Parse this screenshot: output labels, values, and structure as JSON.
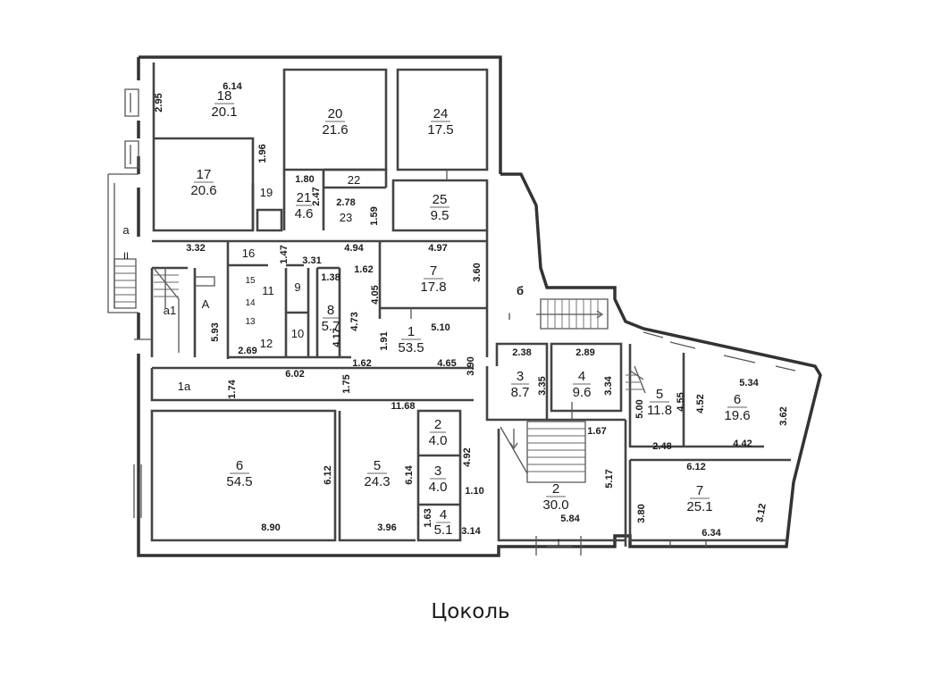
{
  "caption": "Цоколь",
  "rooms": [
    {
      "id": "r18",
      "num": "18",
      "area": "20.1"
    },
    {
      "id": "r20",
      "num": "20",
      "area": "21.6"
    },
    {
      "id": "r24",
      "num": "24",
      "area": "17.5"
    },
    {
      "id": "r17",
      "num": "17",
      "area": "20.6"
    },
    {
      "id": "r21",
      "num": "21",
      "area": "4.6"
    },
    {
      "id": "r25",
      "num": "25",
      "area": "9.5"
    },
    {
      "id": "r7a",
      "num": "7",
      "area": "17.8"
    },
    {
      "id": "r8",
      "num": "8",
      "area": "5.7"
    },
    {
      "id": "r1",
      "num": "1",
      "area": "53.5"
    },
    {
      "id": "r3a",
      "num": "3",
      "area": "8.7"
    },
    {
      "id": "r4a",
      "num": "4",
      "area": "9.6"
    },
    {
      "id": "r5a",
      "num": "5",
      "area": "11.8"
    },
    {
      "id": "r6a",
      "num": "6",
      "area": "19.6"
    },
    {
      "id": "r6b",
      "num": "6",
      "area": "54.5"
    },
    {
      "id": "r5b",
      "num": "5",
      "area": "24.3"
    },
    {
      "id": "r2b",
      "num": "2",
      "area": "4.0"
    },
    {
      "id": "r3b",
      "num": "3",
      "area": "4.0"
    },
    {
      "id": "r4b",
      "num": "4",
      "area": "5.1"
    },
    {
      "id": "r2c",
      "num": "2",
      "area": "30.0"
    },
    {
      "id": "r7b",
      "num": "7",
      "area": "25.1"
    }
  ],
  "labels": {
    "r19": "19",
    "r22": "22",
    "r23": "23",
    "r16": "16",
    "r9": "9",
    "r10": "10",
    "r11": "11",
    "r12": "12",
    "r13": "13",
    "r14": "14",
    "r15": "15",
    "r1a": "1а",
    "ra1": "а1",
    "rA": "А",
    "ra": "а",
    "rII": "II",
    "rB": "б",
    "rI1": "I",
    "rI2": "I"
  },
  "dims": {
    "d614": "6.14",
    "d295": "2.95",
    "d196": "1.96",
    "d180": "1.80",
    "d247": "2.47",
    "d278": "2.78",
    "d159": "1.59",
    "d332": "3.32",
    "d147": "1.47",
    "d494": "4.94",
    "d497": "4.97",
    "d331": "3.31",
    "d162a": "1.62",
    "d360": "3.60",
    "d138": "1.38",
    "d405": "4.05",
    "d473": "4.73",
    "d593": "5.93",
    "d417": "4.17",
    "d191": "1.91",
    "d510": "5.10",
    "d269": "2.69",
    "d602": "6.02",
    "d162b": "1.62",
    "d465": "4.65",
    "d390": "3.90",
    "d238": "2.38",
    "d289": "2.89",
    "d335": "3.35",
    "d334": "3.34",
    "d534": "5.34",
    "d500": "5.00",
    "d455": "4.55",
    "d452": "4.52",
    "d362": "3.62",
    "d174": "1.74",
    "d175": "1.75",
    "d1168": "11.68",
    "d612a": "6.12",
    "d614b": "6.14",
    "d492": "4.92",
    "d110": "1.10",
    "d163": "1.63",
    "d314": "3.14",
    "d890": "8.90",
    "d396": "3.96",
    "d167": "1.67",
    "d248": "2.48",
    "d442": "4.42",
    "d612b": "6.12",
    "d517": "5.17",
    "d584": "5.84",
    "d380": "3.80",
    "d312": "3.12",
    "d634": "6.34"
  },
  "colors": {
    "wall": "#333333",
    "text": "#1a1a1a"
  }
}
